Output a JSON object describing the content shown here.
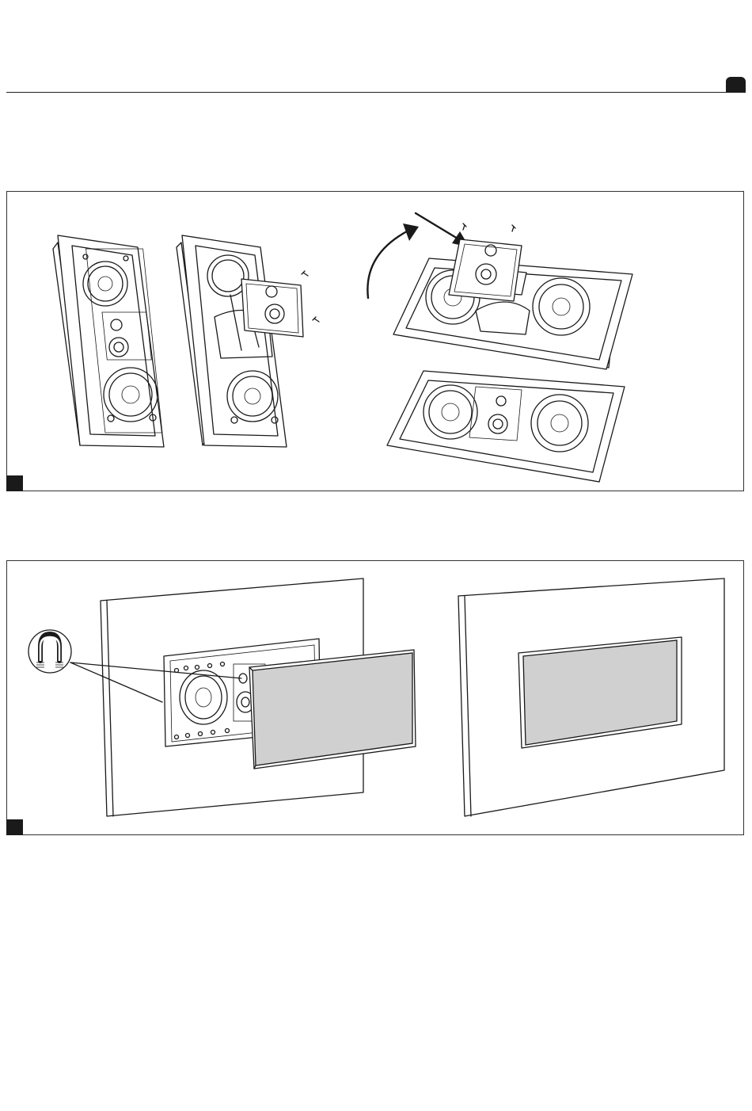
{
  "page": {
    "header_rule": "divider",
    "page_tab": "section-tab",
    "accent_color": "#1a1a1a",
    "grille_color": "#d0d0d0"
  },
  "figures": [
    {
      "id": "fig1",
      "marker": "figure-marker",
      "illustrations": [
        "vertical-speaker",
        "vertical-speaker-tweeter-removed",
        "horizontal-speaker-tweeter-rotating",
        "horizontal-speaker-assembled"
      ],
      "icons": [
        "curved-rotate-arrow-icon",
        "pointer-arrow-icon",
        "screw-icon"
      ]
    },
    {
      "id": "fig2",
      "marker": "figure-marker",
      "illustrations": [
        "wall-with-speaker-and-grille",
        "wall-with-grille-installed"
      ],
      "icons": [
        "magnet-icon"
      ]
    }
  ]
}
